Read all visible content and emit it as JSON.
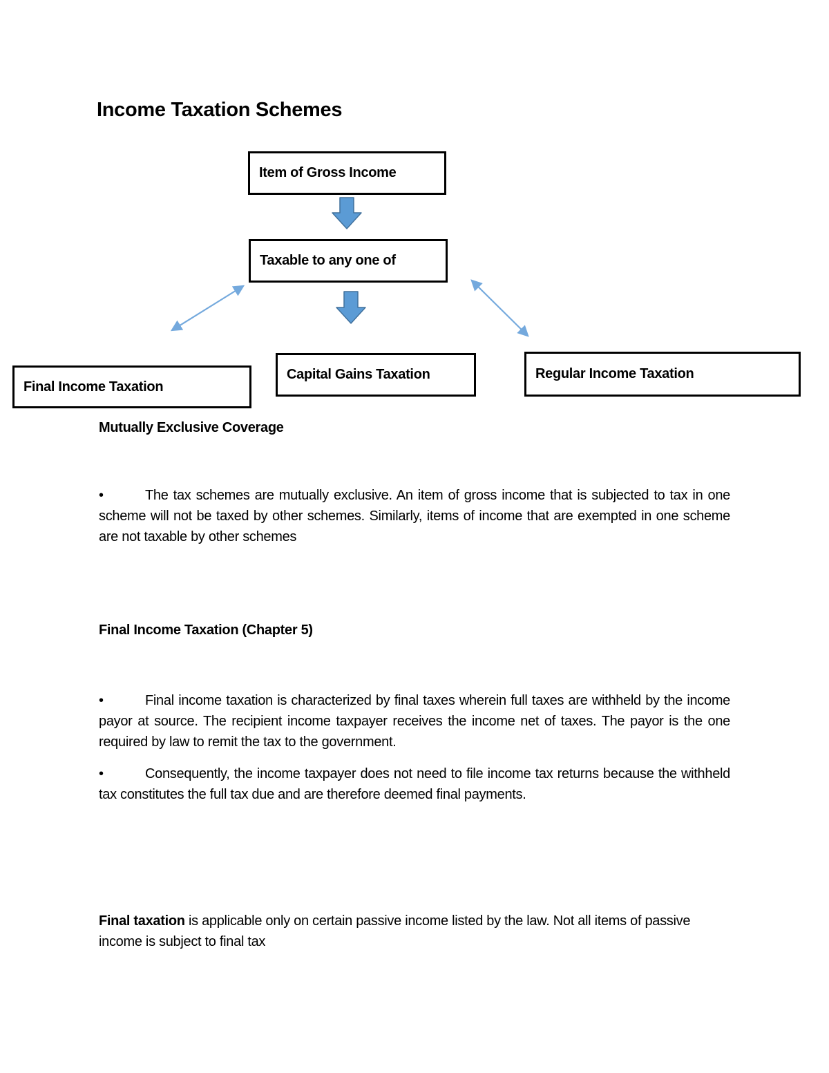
{
  "page": {
    "title": "Income Taxation Schemes",
    "bullet_marker": "•"
  },
  "diagram": {
    "top_box": "Item of Gross Income",
    "middle_box": "Taxable to any one of",
    "left_box": "Final Income Taxation",
    "center_box": "Capital Gains Taxation",
    "right_box": "Regular Income Taxation",
    "arrow_fill": "#5b9bd5",
    "arrow_stroke": "#41719c",
    "connector_color": "#74a9dd",
    "box_border_color": "#000000"
  },
  "sections": {
    "mutually_exclusive": {
      "heading": "Mutually Exclusive Coverage",
      "bullet1": "The tax schemes are mutually exclusive. An item of gross income that is subjected to tax in one scheme will not be taxed by other schemes. Similarly, items of income that are exempted in one scheme are not taxable by other schemes"
    },
    "final_income": {
      "heading": "Final Income Taxation (Chapter 5)",
      "bullet1": "Final income taxation is characterized by final taxes wherein full taxes are withheld by the income payor at source. The recipient income taxpayer receives the income net of taxes. The payor is the one required by law to remit the tax to the government.",
      "bullet2": "Consequently, the income taxpayer does not need to file income tax returns because the withheld tax constitutes the full tax due and are therefore deemed final payments.",
      "closing_bold": "Final taxation",
      "closing_rest": " is applicable only on certain passive income listed by the law. Not all items of passive income is subject to final tax"
    }
  }
}
